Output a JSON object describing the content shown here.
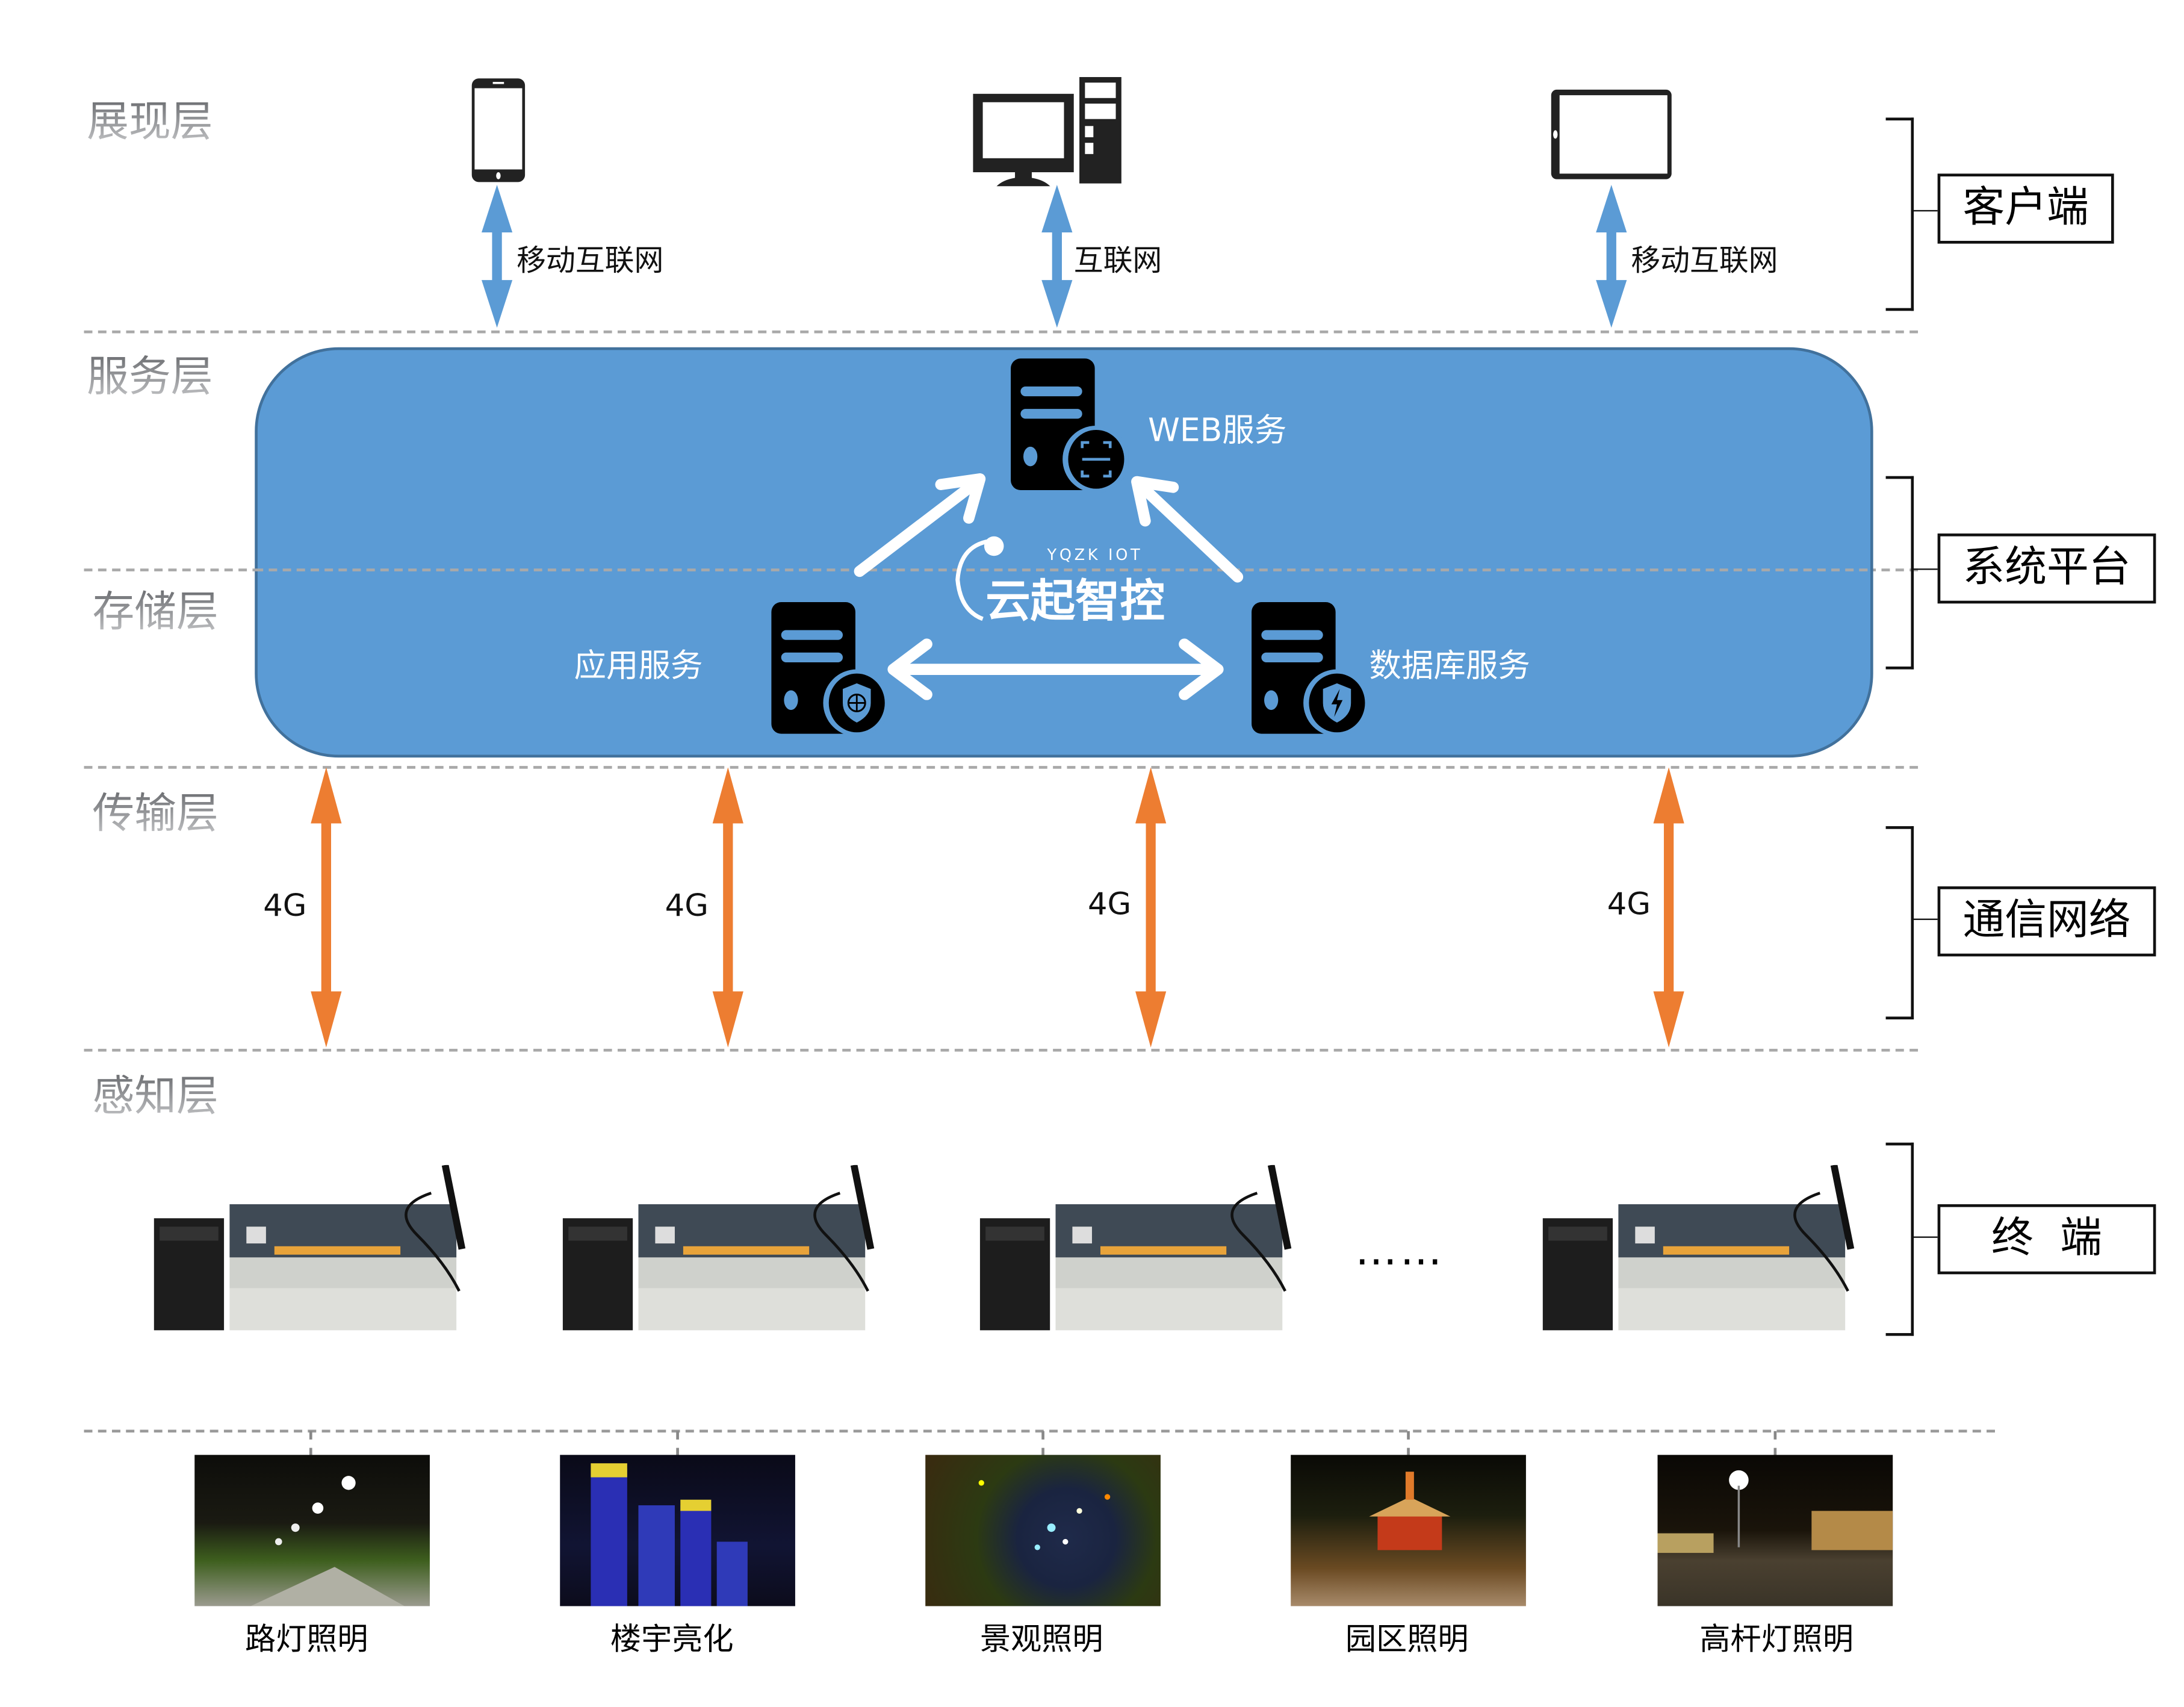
{
  "layers": [
    {
      "id": "presentation",
      "label": "展现层"
    },
    {
      "id": "service",
      "label": "服务层"
    },
    {
      "id": "storage",
      "label": "存储层"
    },
    {
      "id": "transport",
      "label": "传输层"
    },
    {
      "id": "perception",
      "label": "感知层"
    }
  ],
  "clients": [
    {
      "device": "mobile-phone",
      "icon": "smartphone-icon",
      "link": "移动互联网"
    },
    {
      "device": "desktop-computer",
      "icon": "desktop-computer-icon",
      "link": "互联网"
    },
    {
      "device": "tablet",
      "icon": "tablet-icon",
      "link": "移动互联网"
    }
  ],
  "platform": {
    "brand_sub": "YQZK IOT",
    "brand": "云起智控",
    "services": [
      {
        "label": "WEB服务",
        "badge": "scan-icon"
      },
      {
        "label": "应用服务",
        "badge": "globe-shield-icon"
      },
      {
        "label": "数据库服务",
        "badge": "lightning-shield-icon"
      }
    ],
    "fill_color": "#5b9bd5"
  },
  "transport": {
    "links": [
      "4G",
      "4G",
      "4G",
      "4G"
    ],
    "arrow_color": "#ed7d31"
  },
  "client_arrow_color": "#5b9bd5",
  "terminals": {
    "count_shown": 4,
    "ellipsis": "……",
    "device_name": "lighting-controller"
  },
  "categories": [
    {
      "label": "客户端"
    },
    {
      "label": "系统平台"
    },
    {
      "label": "通信网络"
    },
    {
      "label": "终  端"
    }
  ],
  "applications": [
    {
      "label": "路灯照明",
      "scene": "street-lights"
    },
    {
      "label": "楼宇亮化",
      "scene": "building-facade"
    },
    {
      "label": "景观照明",
      "scene": "landscape-lake"
    },
    {
      "label": "园区照明",
      "scene": "park-pavilion"
    },
    {
      "label": "高杆灯照明",
      "scene": "high-mast-port"
    }
  ]
}
